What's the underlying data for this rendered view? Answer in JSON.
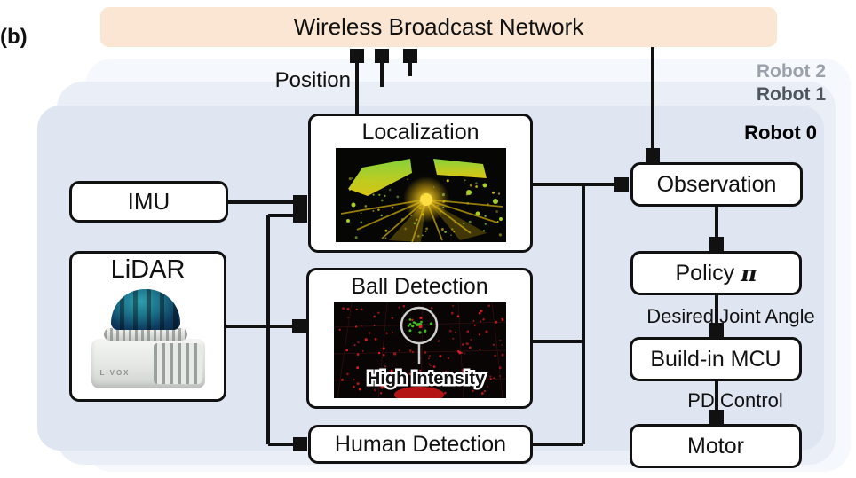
{
  "figure_label": "(b)",
  "banner": {
    "title": "Wireless Broadcast Network"
  },
  "robot_layers": [
    {
      "label": "Robot 2"
    },
    {
      "label": "Robot 1"
    },
    {
      "label": "Robot 0"
    }
  ],
  "nodes": {
    "imu": {
      "label": "IMU"
    },
    "lidar": {
      "label": "LiDAR",
      "brand": "LIVOX"
    },
    "localization": {
      "label": "Localization"
    },
    "ball_detection": {
      "label": "Ball Detection",
      "annotation": "High Intensity"
    },
    "human_detection": {
      "label": "Human Detection"
    },
    "observation": {
      "label": "Observation"
    },
    "policy": {
      "label_prefix": "Policy",
      "symbol": "π"
    },
    "mcu": {
      "label": "Build-in MCU"
    },
    "motor": {
      "label": "Motor"
    }
  },
  "edge_labels": {
    "position": "Position",
    "desired_joint_angle": "Desired Joint Angle",
    "pd_control": "PD Control"
  },
  "colors": {
    "banner_bg": "#FAE6D3",
    "robot2_bg": "#F5F8FC",
    "robot1_bg": "#EAEEF6",
    "robot0_bg": "#DFE5F1",
    "robot2_label": "#9AA1AA",
    "robot1_label": "#4E555E",
    "robot0_label": "#000000",
    "line": "#111111",
    "point_cloud_yellow": "#D9C416",
    "point_cloud_green": "#8CC731",
    "detection_red": "#E02121",
    "detection_green": "#3BC01E"
  }
}
